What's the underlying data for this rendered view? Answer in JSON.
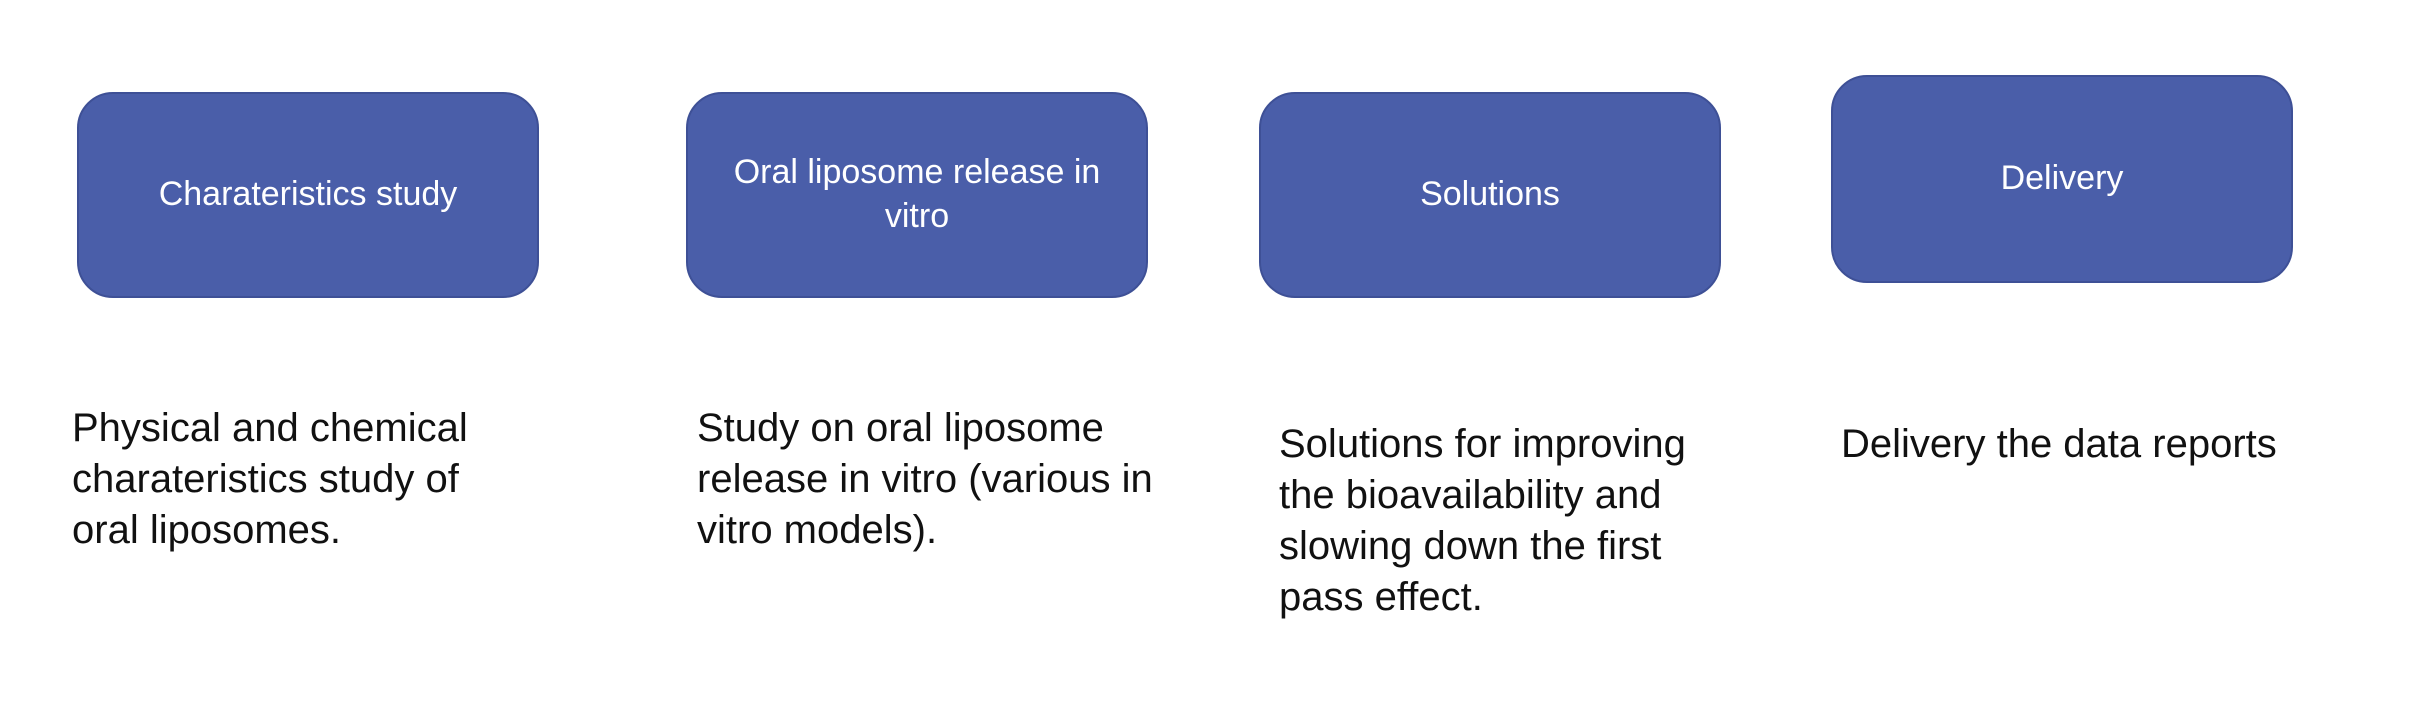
{
  "colors": {
    "box_fill": "#4a5ea9",
    "box_border": "#3e5096",
    "box_text": "#ffffff",
    "desc_text": "#111111",
    "background": "#ffffff"
  },
  "steps": [
    {
      "title": "Charateristics study",
      "description": "Physical and chemical charateristics study of oral liposomes."
    },
    {
      "title": "Oral liposome release in vitro",
      "description": "Study on oral liposome release in vitro (various in vitro models)."
    },
    {
      "title": "Solutions",
      "description": "Solutions for improving the bioavailability and slowing down the first pass effect."
    },
    {
      "title": "Delivery",
      "description": "Delivery the data reports"
    }
  ]
}
